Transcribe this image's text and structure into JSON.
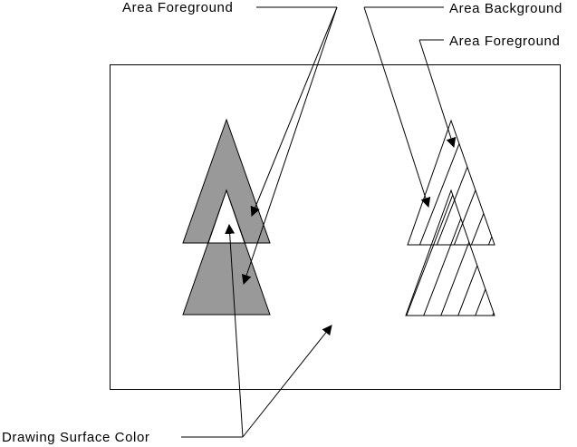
{
  "labels": {
    "area_foreground_left": "Area Foreground",
    "area_background": "Area Background",
    "area_foreground_right": "Area Foreground",
    "drawing_surface_color": "Drawing Surface Color"
  },
  "colors": {
    "foreground_fill": "#999999",
    "surface": "#ffffff",
    "line": "#000000"
  }
}
